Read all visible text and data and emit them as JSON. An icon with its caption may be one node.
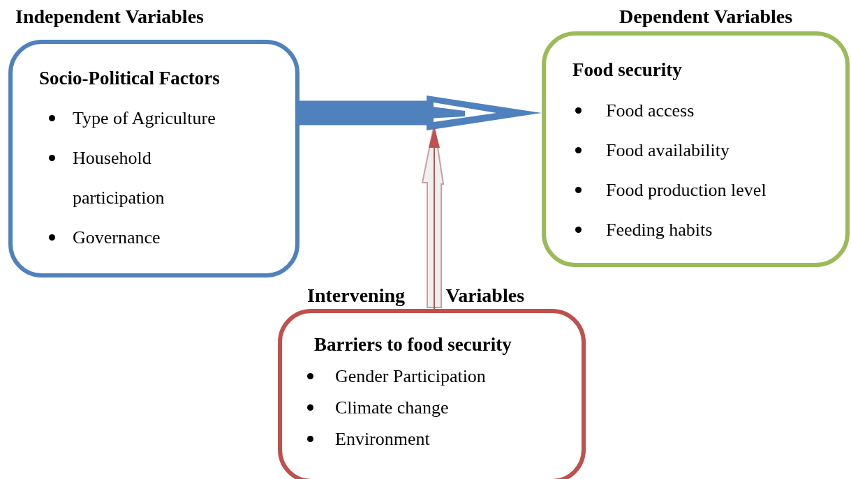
{
  "diagram": {
    "nodes": [
      {
        "text": [
          "Socio-Political Factors",
          "Type of Agriculture",
          "Household participation",
          "Governance"
        ]
      },
      {
        "text": [
          "Food security",
          "Food access",
          "Food availability",
          "Food production level",
          "Feeding habits"
        ]
      },
      {
        "text": [
          "Barriers to food security",
          "Gender Participation",
          "Climate change",
          "Environment"
        ]
      }
    ],
    "edges": [
      {
        "from": 0,
        "to": 1,
        "arrow": "to",
        "style": "thick",
        "color": "#4f81bd"
      },
      {
        "from": 2,
        "to": null,
        "arrow": "to",
        "color": "#c0504d"
      }
    ],
    "labels": [
      "Independent Variables",
      "Dependent Variables",
      "Intervening Variables"
    ]
  }
}
